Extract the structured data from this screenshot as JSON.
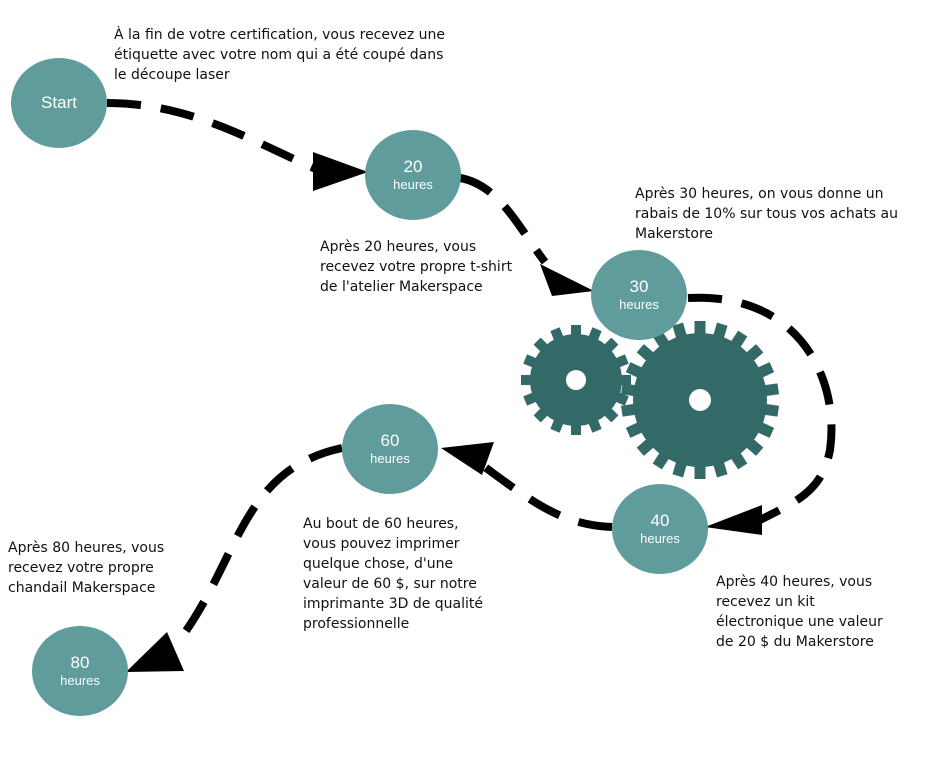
{
  "colors": {
    "node_fill": "#5f9c9b",
    "gear_fill": "#336966",
    "path_stroke": "#000000",
    "text": "#111111"
  },
  "icons": [
    "small-gear-icon",
    "large-gear-icon",
    "arrowhead-icon"
  ],
  "milestones": [
    {
      "number": "Start",
      "unit": ""
    },
    {
      "number": "20",
      "unit": "heures"
    },
    {
      "number": "30",
      "unit": "heures"
    },
    {
      "number": "40",
      "unit": "heures"
    },
    {
      "number": "60",
      "unit": "heures"
    },
    {
      "number": "80",
      "unit": "heures"
    }
  ],
  "notes": {
    "start": "À la fin de votre certification, vous recevez une\nétiquette avec votre nom qui a été coupé dans\nle découpe laser",
    "h20": "Après 20 heures, vous\nrecevez votre propre t-shirt\nde l'atelier Makerspace",
    "h30": "Après 30 heures, on vous donne un\nrabais de 10% sur tous vos achats au\nMakerstore",
    "h40": "Après 40 heures, vous\nrecevez un kit\nélectronique une valeur\nde 20 $ du Makerstore",
    "h60": "Au bout de 60 heures,\nvous pouvez imprimer\nquelque chose, d'une\nvaleur de 60 $, sur notre\nimprimante 3D de qualité\nprofessionnelle",
    "h80": "Après 80 heures, vous\nrecevez votre propre\nchandail Makerspace"
  }
}
